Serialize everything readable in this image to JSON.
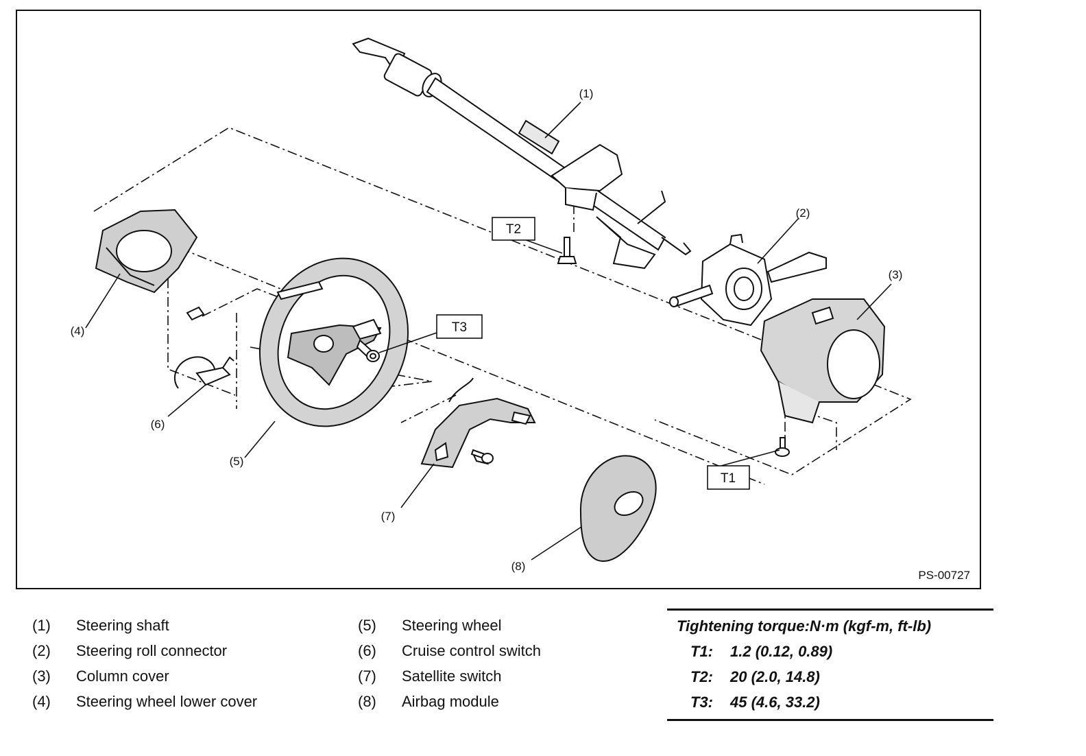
{
  "figure": {
    "code": "PS-00727",
    "callouts": [
      "(1)",
      "(2)",
      "(3)",
      "(4)",
      "(5)",
      "(6)",
      "(7)",
      "(8)"
    ],
    "torque_boxes": [
      "T1",
      "T2",
      "T3"
    ]
  },
  "legend": [
    {
      "num": "(1)",
      "name": "Steering shaft"
    },
    {
      "num": "(2)",
      "name": "Steering roll connector"
    },
    {
      "num": "(3)",
      "name": "Column cover"
    },
    {
      "num": "(4)",
      "name": "Steering wheel lower cover"
    },
    {
      "num": "(5)",
      "name": "Steering wheel"
    },
    {
      "num": "(6)",
      "name": "Cruise control switch"
    },
    {
      "num": "(7)",
      "name": "Satellite switch"
    },
    {
      "num": "(8)",
      "name": "Airbag module"
    }
  ],
  "torque": {
    "title": "Tightening torque:N·m (kgf-m, ft-lb)",
    "rows": [
      {
        "key": "T1:",
        "value": "1.2 (0.12, 0.89)"
      },
      {
        "key": "T2:",
        "value": "20 (2.0, 14.8)"
      },
      {
        "key": "T3:",
        "value": "45 (4.6, 33.2)"
      }
    ]
  }
}
